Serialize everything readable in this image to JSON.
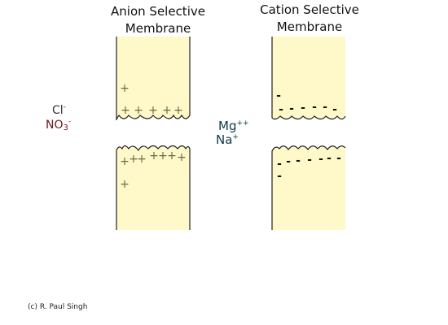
{
  "titles": {
    "anion": "Anion Selective\nMembrane",
    "cation": "Cation Selective\nMembrane"
  },
  "anions": [
    {
      "symbol": "Cl",
      "charge": "-",
      "subscript": ""
    },
    {
      "symbol": "NO",
      "subscript": "3",
      "charge": "-"
    }
  ],
  "cations": [
    {
      "symbol": "Mg",
      "charge": "++"
    },
    {
      "symbol": "Na",
      "charge": "+"
    }
  ],
  "charge_marks": {
    "anion": "+",
    "cation": "-"
  },
  "credit": "(c) R. Paul Singh",
  "colors": {
    "membrane_fill": "#fff8c8",
    "outline": "#222222",
    "plus_mark": "#6a6a4a",
    "minus_mark": "#111111",
    "cl": "#333333",
    "no3": "#6b1a1a",
    "cations": "#0d3b4a"
  }
}
